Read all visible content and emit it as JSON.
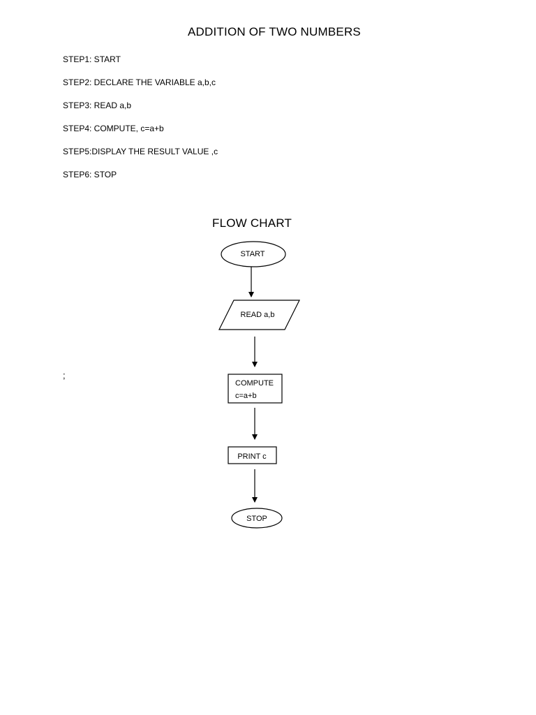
{
  "document": {
    "title": "ADDITION OF TWO NUMBERS",
    "steps": [
      "STEP1: START",
      "STEP2: DECLARE THE VARIABLE a,b,c",
      "STEP3: READ a,b",
      "STEP4: COMPUTE, c=a+b",
      "STEP5:DISPLAY THE RESULT VALUE ,c",
      "STEP6: STOP"
    ],
    "stray_mark": ";"
  },
  "flowchart": {
    "title": "FLOW CHART",
    "start": "START",
    "input": "READ a,b",
    "process_line1": "COMPUTE",
    "process_line2": "c=a+b",
    "output": "PRINT c",
    "stop": "STOP"
  }
}
